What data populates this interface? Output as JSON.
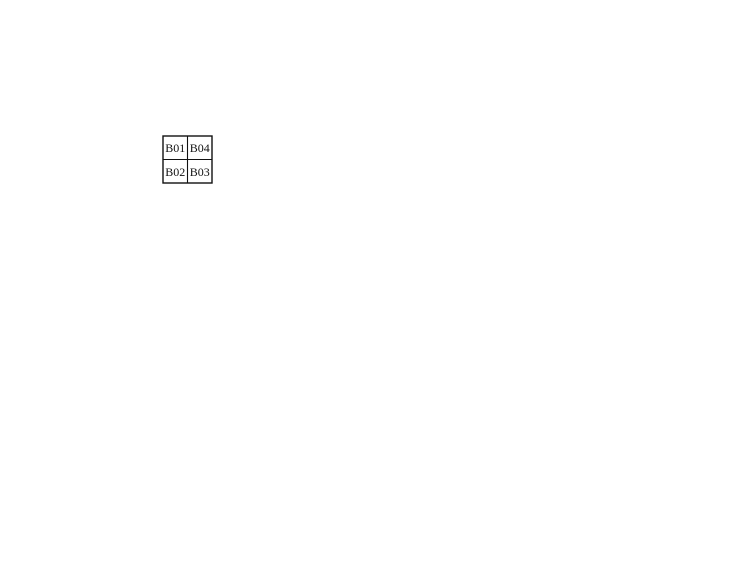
{
  "booths": {
    "b01": {
      "tl": "B01",
      "tr": "B04",
      "bl": "B02",
      "br": "B03"
    }
  }
}
